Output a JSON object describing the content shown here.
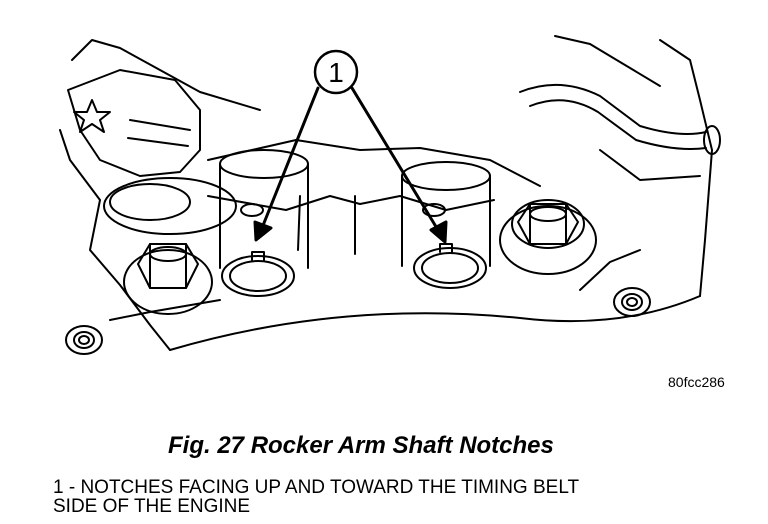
{
  "callout": {
    "number": "1"
  },
  "reference_code": "80fcc286",
  "figure_title": "Fig. 27 Rocker Arm Shaft Notches",
  "legend": {
    "line1": "1 - NOTCHES FACING UP AND TOWARD THE TIMING BELT",
    "line2": "SIDE OF THE ENGINE"
  }
}
